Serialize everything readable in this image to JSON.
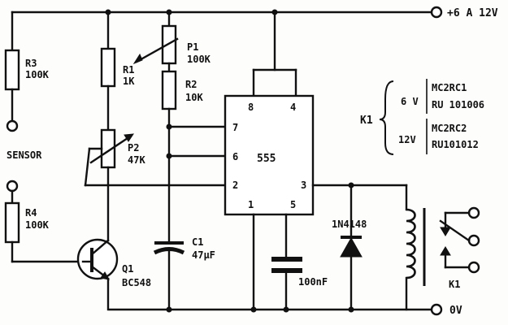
{
  "supply": {
    "positive": "+6 A 12V",
    "ground": "0V"
  },
  "components": {
    "R3": {
      "name": "R3",
      "value": "100K"
    },
    "R1": {
      "name": "R1",
      "value": "1K"
    },
    "P1": {
      "name": "P1",
      "value": "100K"
    },
    "R2": {
      "name": "R2",
      "value": "10K"
    },
    "P2": {
      "name": "P2",
      "value": "47K"
    },
    "R4": {
      "name": "R4",
      "value": "100K"
    },
    "C1": {
      "name": "C1",
      "value": "47µF"
    },
    "Q1": {
      "name": "Q1",
      "value": "BC548"
    },
    "C2": {
      "value": "100nF"
    },
    "D1": {
      "value": "1N4148"
    },
    "K1": {
      "name": "K1"
    }
  },
  "ic": {
    "name": "555",
    "pins": {
      "p8": "8",
      "p4": "4",
      "p7": "7",
      "p6": "6",
      "p2": "2",
      "p3": "3",
      "p1": "1",
      "p5": "5"
    }
  },
  "sensor": {
    "label": "SENSOR"
  },
  "relay_table": {
    "title": "K1",
    "rows": [
      {
        "voltage": "6 V",
        "parts": [
          "MC2RC1",
          "RU 101006"
        ]
      },
      {
        "voltage": "12V",
        "parts": [
          "MC2RC2",
          "RU101012"
        ]
      }
    ]
  }
}
